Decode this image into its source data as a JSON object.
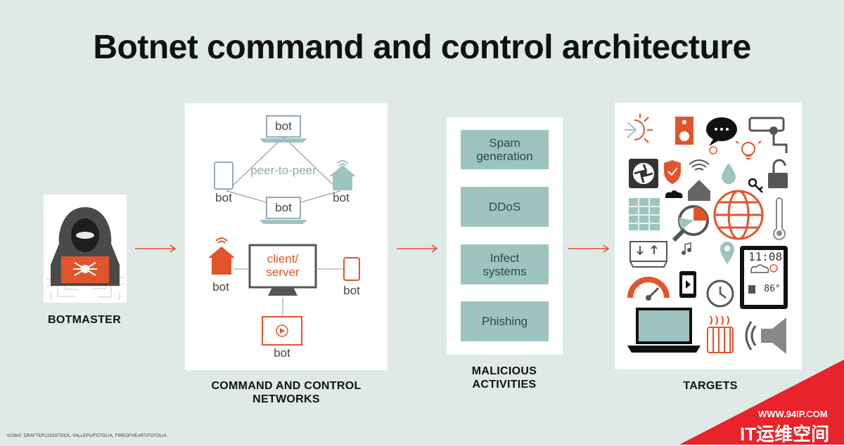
{
  "title": "Botnet command and control architecture",
  "captions": {
    "botmaster": "BOTMASTER",
    "cnc_line1": "COMMAND AND CONTROL",
    "cnc_line2": "NETWORKS",
    "malicious_line1": "MALICIOUS",
    "malicious_line2": "ACTIVITIES",
    "targets": "TARGETS"
  },
  "network": {
    "bot_label": "bot",
    "peer_label": "peer-to-peer",
    "client_server_line1": "client/",
    "client_server_line2": "server"
  },
  "activities": [
    {
      "line1": "Spam",
      "line2": "generation"
    },
    {
      "line1": "DDoS",
      "line2": ""
    },
    {
      "line1": "Infect",
      "line2": "systems"
    },
    {
      "line1": "Phishing",
      "line2": ""
    }
  ],
  "targets_panel": {
    "clock_time": "11:08",
    "temperature": "86°"
  },
  "credits": "ICONS: DRAFTER123/ISTOCK, VALLEPU/FOTOLIA, FIREOFHEART/FOTOLIA",
  "watermark": {
    "url": "WWW.94IP.COM",
    "name": "IT运维空间"
  },
  "colors": {
    "background": "#dfe9e7",
    "accent_orange": "#e2542e",
    "teal": "#9ec4c0",
    "gray": "#555555",
    "watermark_red": "#e8232a"
  }
}
